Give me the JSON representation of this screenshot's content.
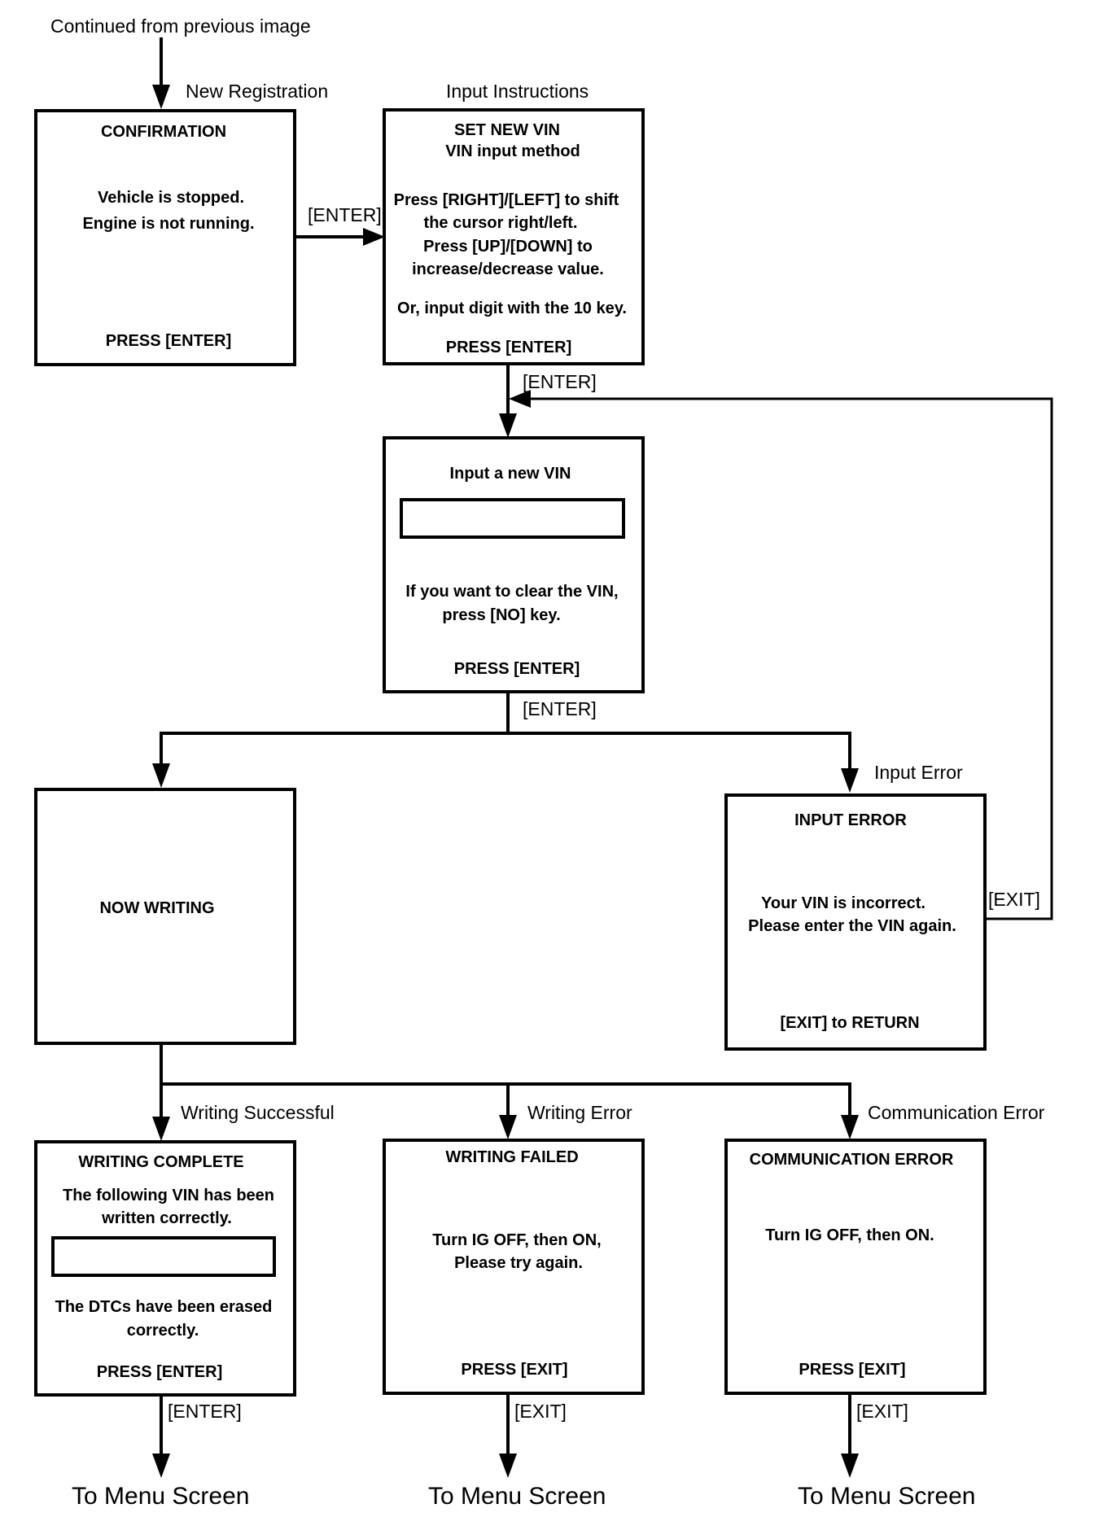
{
  "header": {
    "continued": "Continued from previous image"
  },
  "labels": {
    "new_registration": "New Registration",
    "input_instructions": "Input Instructions",
    "input_error": "Input Error",
    "writing_successful": "Writing Successful",
    "writing_error": "Writing Error",
    "communication_error": "Communication Error"
  },
  "keys": {
    "enter_1": "[ENTER]",
    "enter_2": "[ENTER]",
    "enter_3": "[ENTER]",
    "exit_loop": "[EXIT]",
    "enter_4": "[ENTER]",
    "exit_1": "[EXIT]",
    "exit_2": "[EXIT]"
  },
  "boxes": {
    "confirmation": {
      "title": "CONFIRMATION",
      "line1": "Vehicle is stopped.",
      "line2": "Engine is not running.",
      "footer": "PRESS [ENTER]"
    },
    "set_new_vin": {
      "title": "SET NEW VIN",
      "subtitle": "VIN input method",
      "line1": "Press [RIGHT]/[LEFT] to shift",
      "line2": "the cursor right/left.",
      "line3": "Press [UP]/[DOWN] to",
      "line4": "increase/decrease value.",
      "line5": "Or, input digit with the 10 key.",
      "footer": "PRESS [ENTER]"
    },
    "input_vin": {
      "title": "Input a new VIN",
      "line1": "If you want to clear the VIN,",
      "line2": "press [NO] key.",
      "footer": "PRESS [ENTER]"
    },
    "now_writing": {
      "title": "NOW WRITING"
    },
    "input_error": {
      "title": "INPUT ERROR",
      "line1": "Your VIN is incorrect.",
      "line2": "Please enter the VIN again.",
      "footer": "[EXIT] to RETURN"
    },
    "writing_complete": {
      "title": "WRITING COMPLETE",
      "line1": "The following VIN has been",
      "line2": "written correctly.",
      "line3": "The DTCs have been erased",
      "line4": "correctly.",
      "footer": "PRESS [ENTER]"
    },
    "writing_failed": {
      "title": "WRITING FAILED",
      "line1": "Turn IG OFF, then ON,",
      "line2": "Please try again.",
      "footer": "PRESS [EXIT]"
    },
    "communication_error": {
      "title": "COMMUNICATION ERROR",
      "line1": "Turn IG OFF, then ON.",
      "footer": "PRESS [EXIT]"
    }
  },
  "destinations": {
    "menu_1": "To Menu Screen",
    "menu_2": "To Menu Screen",
    "menu_3": "To Menu Screen"
  }
}
